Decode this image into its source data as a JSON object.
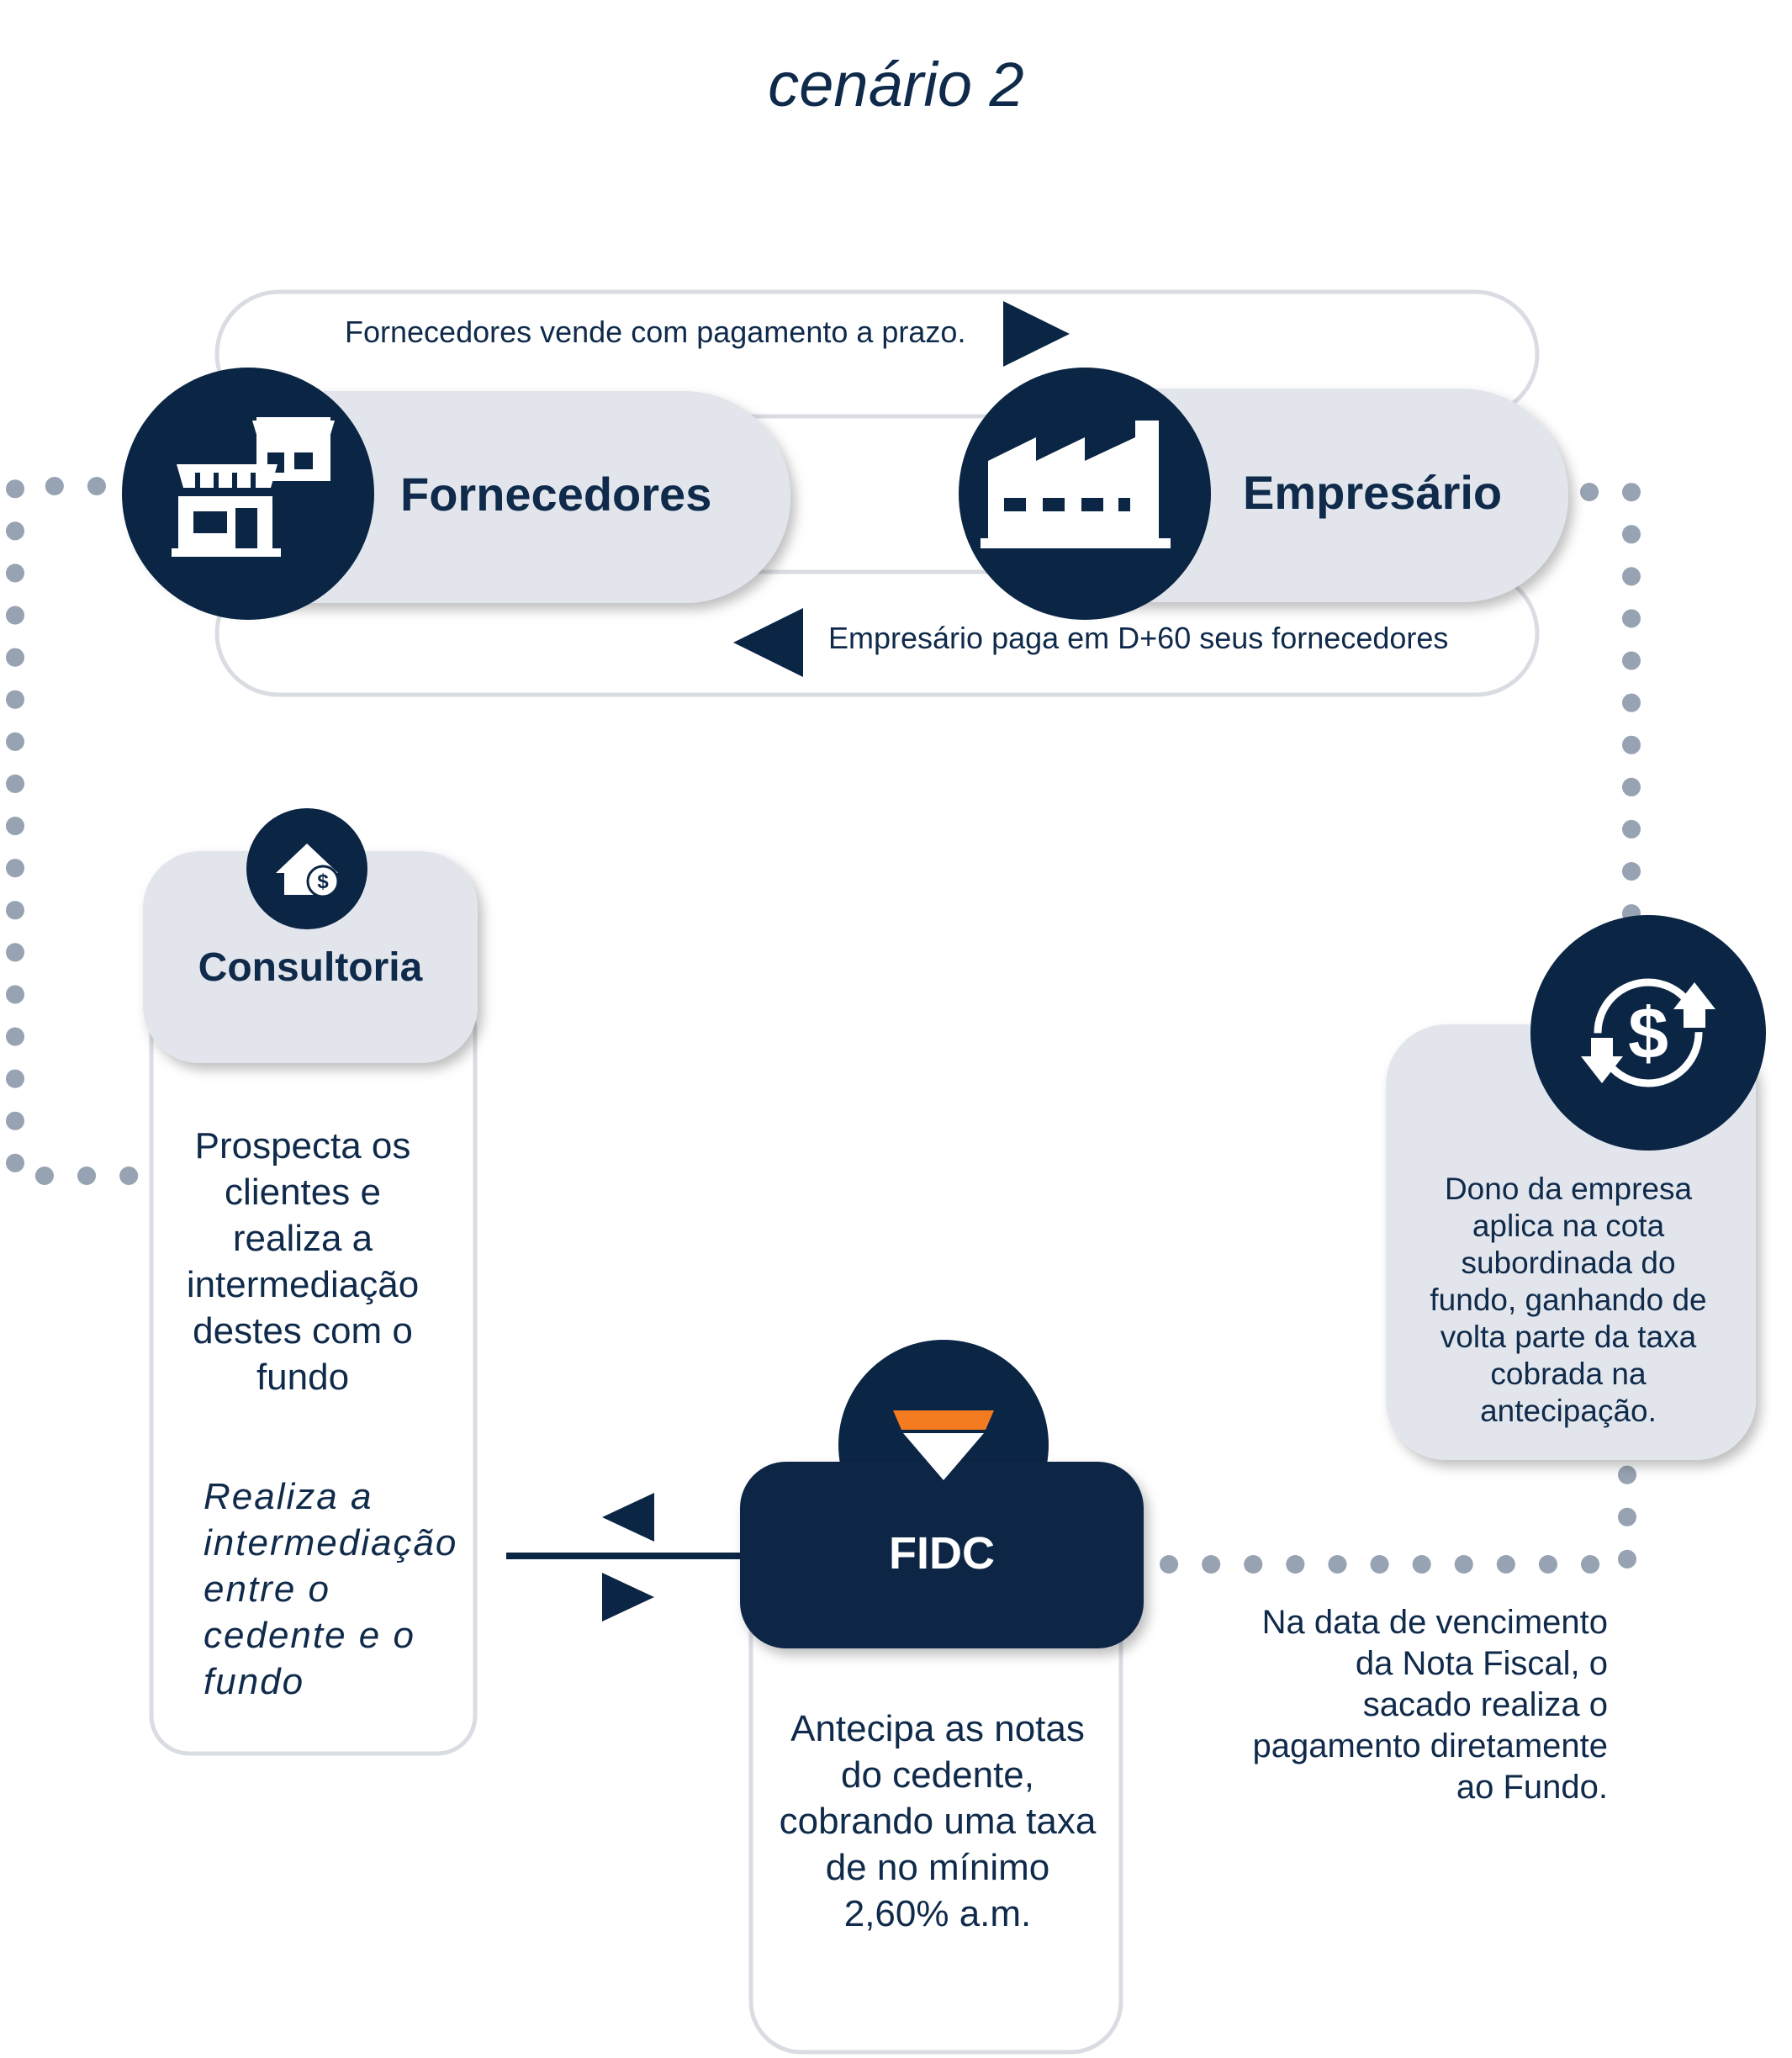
{
  "title": "cenário 2",
  "flows": {
    "top": "Fornecedores vende com pagamento a prazo.",
    "bottom": "Empresário paga em D+60 seus fornecedores"
  },
  "nodes": {
    "fornecedores": {
      "label": "Fornecedores",
      "icon": "storefront-icon"
    },
    "empresario": {
      "label": "Empresário",
      "icon": "factory-icon"
    },
    "consultoria": {
      "label": "Consultoria",
      "icon": "house-dollar-icon",
      "text1": "Prospecta os clientes e realiza a intermediação destes com o fundo",
      "text2": "Realiza a intermediação entre o cedente e o fundo"
    },
    "fidc": {
      "label": "FIDC",
      "icon": "funnel-icon",
      "text": "Antecipa as notas do cedente, cobrando uma taxa de no mínimo 2,60% a.m."
    },
    "investidor": {
      "icon": "money-cycle-icon",
      "text": "Dono da empresa aplica na cota subordinada do fundo, ganhando de volta parte da taxa cobrada na antecipação."
    }
  },
  "payment_note": "Na data de vencimento da Nota Fiscal, o sacado realiza o pagamento diretamente ao Fundo.",
  "colors": {
    "navy": "#0b2545",
    "pill_gray": "#e2e6ec",
    "outline_gray": "#d4d8de",
    "dots": "#97a3b2",
    "accent_orange": "#f47b20"
  }
}
